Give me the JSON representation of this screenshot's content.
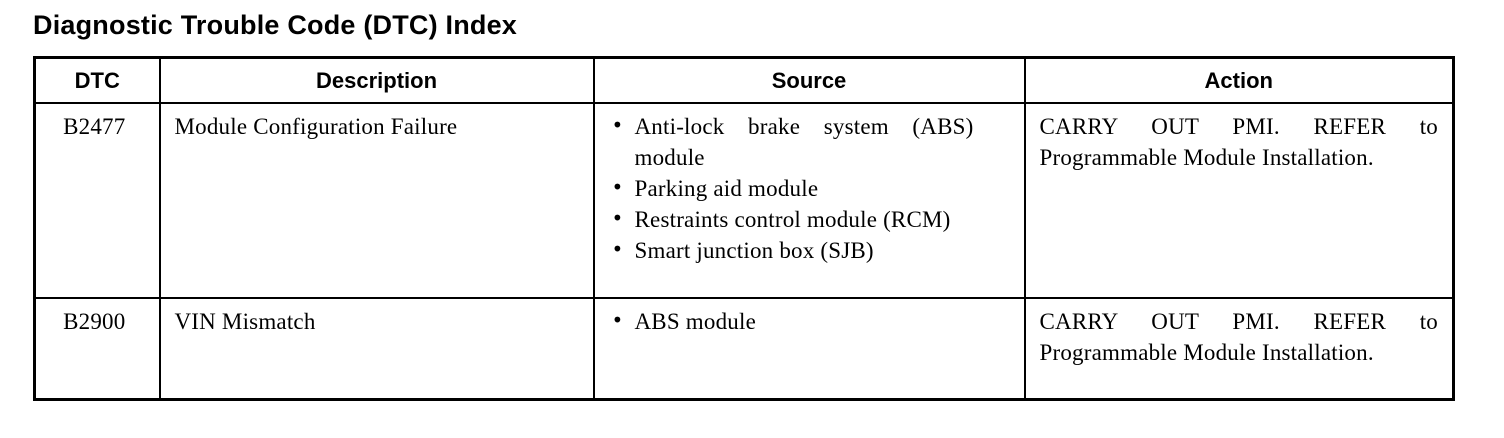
{
  "page": {
    "title": "Diagnostic Trouble Code (DTC) Index"
  },
  "icons": {
    "bullet": "•"
  },
  "colors": {
    "text": "#000000",
    "border": "#000000",
    "background": "#ffffff"
  },
  "table": {
    "columns": [
      "DTC",
      "Description",
      "Source",
      "Action"
    ],
    "rows": [
      {
        "dtc": "B2477",
        "description": "Module Configuration Failure",
        "source": [
          "Anti-lock brake system (ABS) module",
          "Parking aid module",
          "Restraints control module (RCM)",
          "Smart junction box (SJB)"
        ],
        "action": "CARRY OUT PMI. REFER to Programmable Module Installation."
      },
      {
        "dtc": "B2900",
        "description": "VIN Mismatch",
        "source": [
          "ABS module"
        ],
        "action": "CARRY OUT PMI. REFER to Programmable Module Installation."
      }
    ]
  }
}
